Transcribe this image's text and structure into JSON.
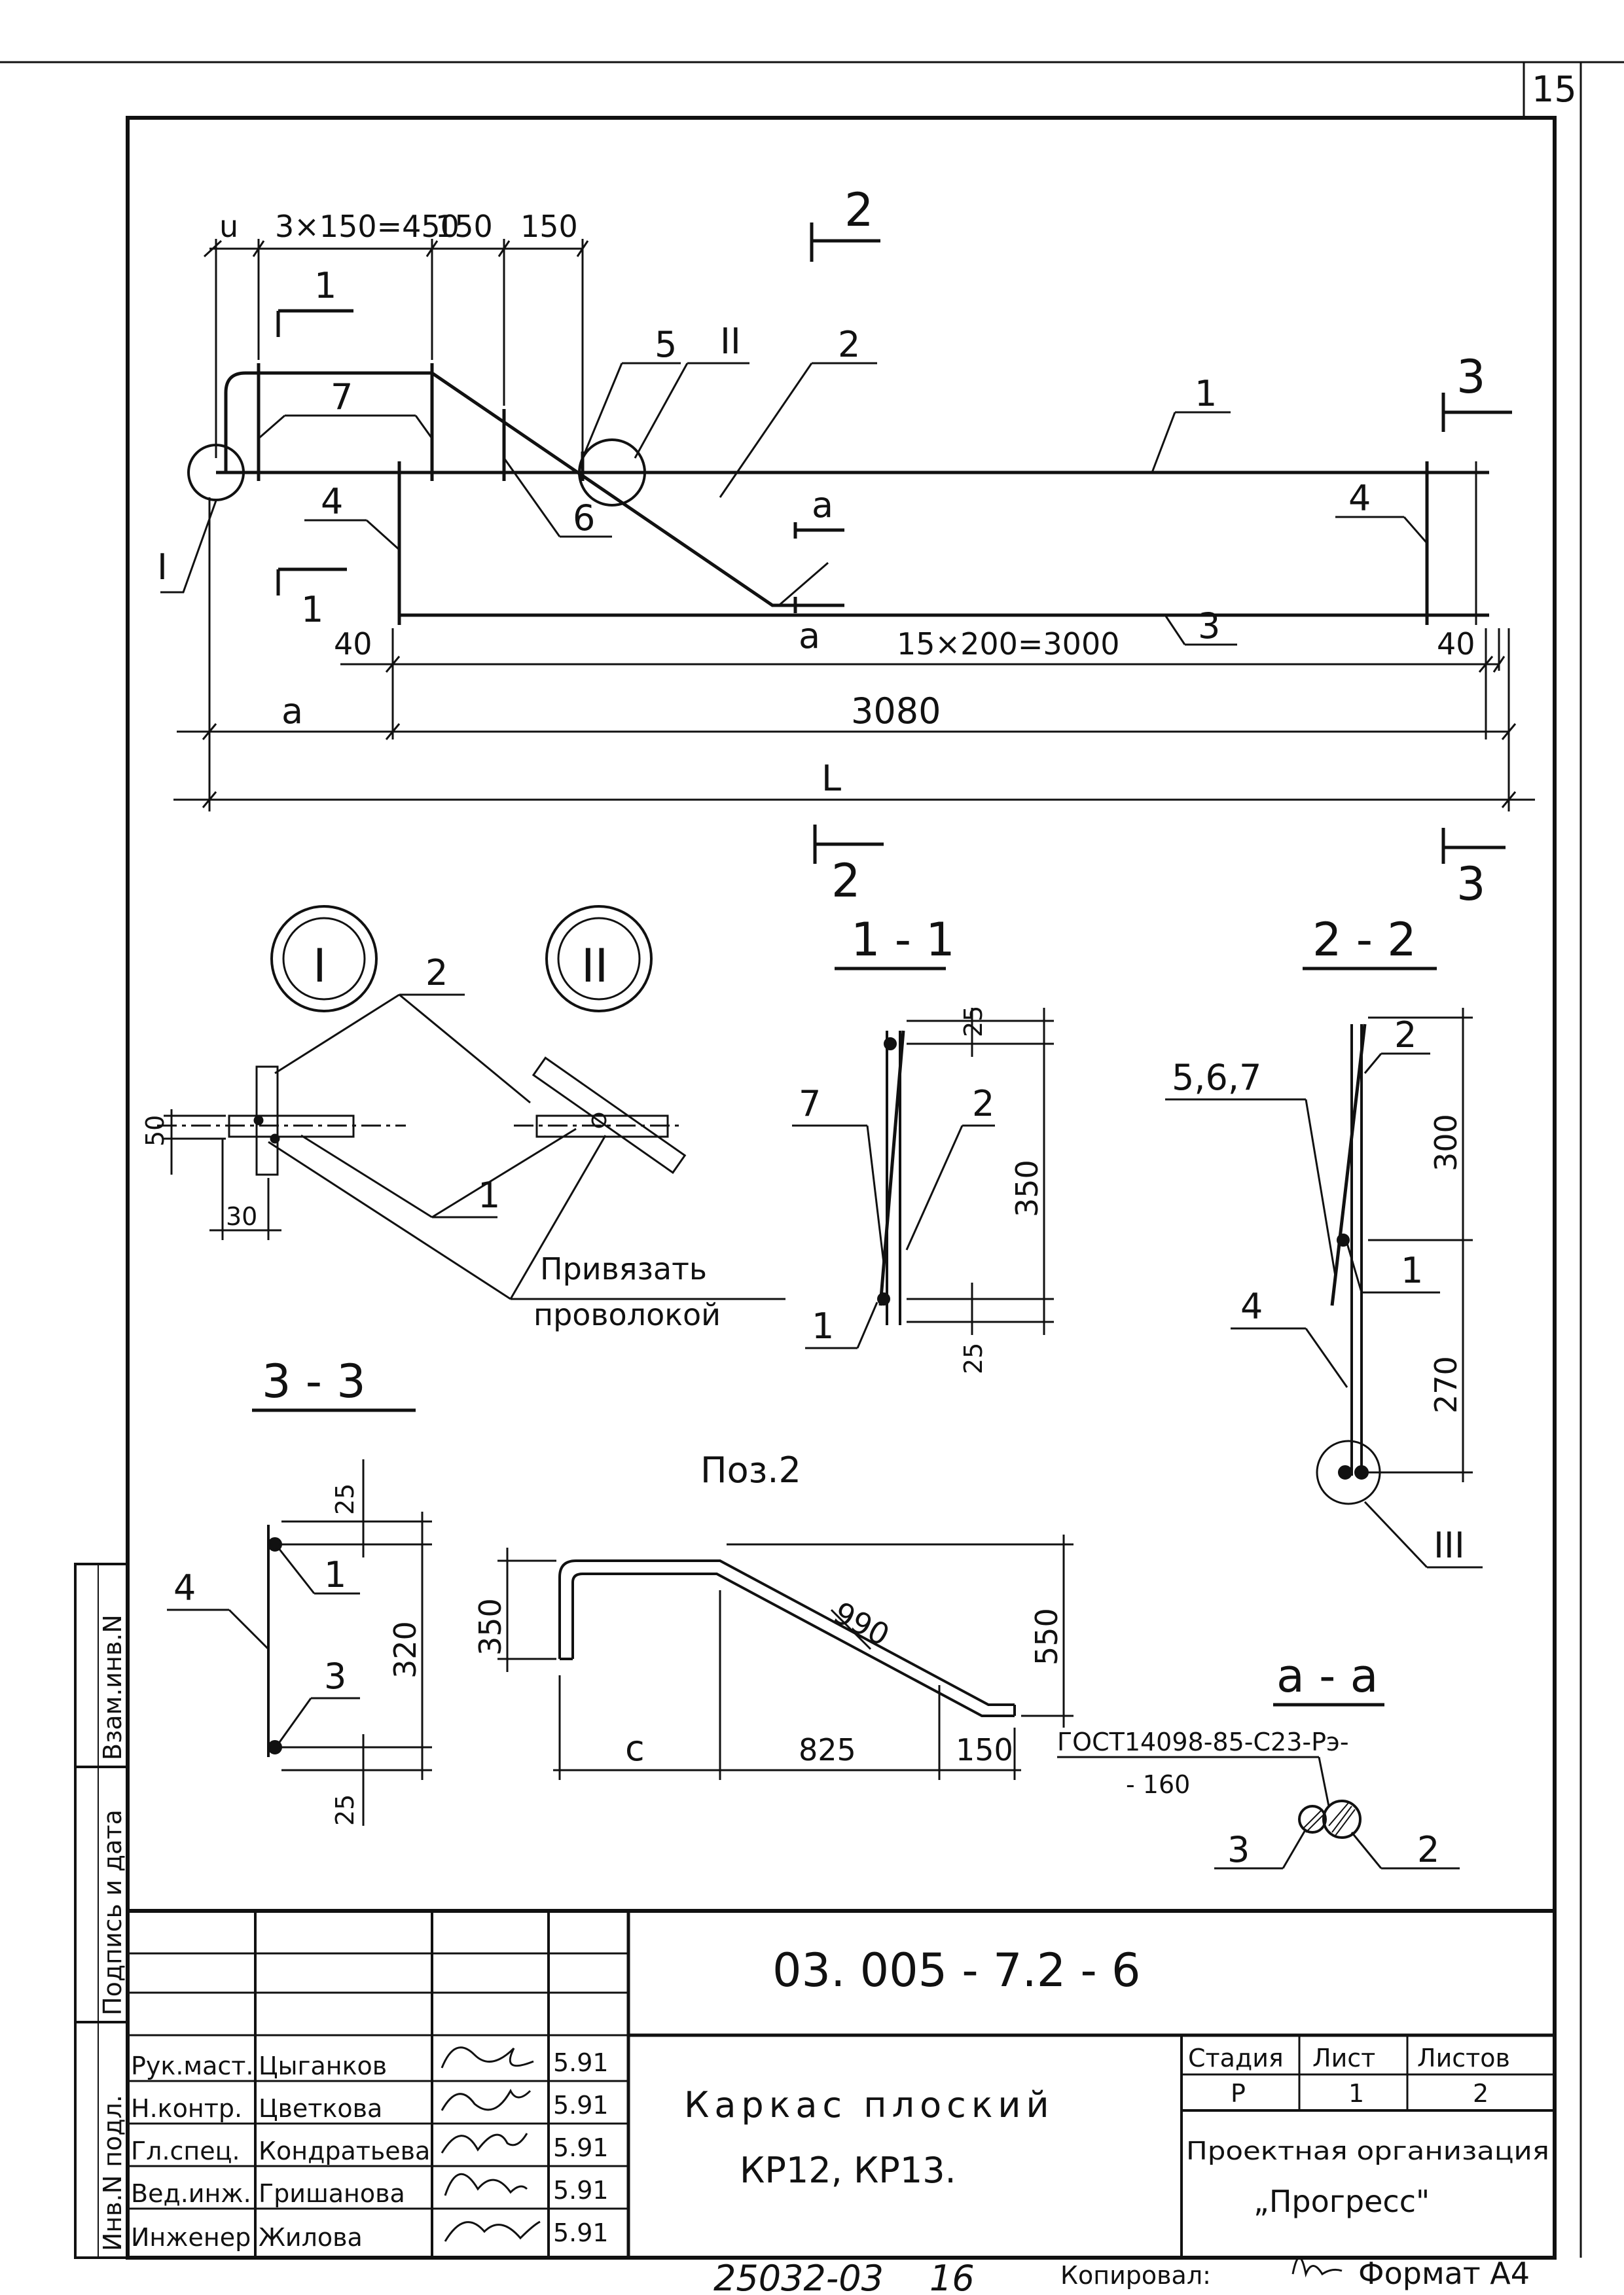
{
  "page_number": "15",
  "drawing": {
    "top_dims": {
      "u": "u",
      "spans": "3×150=450",
      "d1": "150",
      "d2": "150"
    },
    "bottom_dims": {
      "end_left": "40",
      "middle": "15×200=3000",
      "end_right": "40",
      "a": "a",
      "total": "3080",
      "L": "L"
    },
    "position_labels": {
      "p1": "1",
      "p2": "2",
      "p3": "3",
      "p4": "4",
      "p4b": "4",
      "p5": "5",
      "p6": "6",
      "p7": "7"
    },
    "callout_roman": {
      "one": "I",
      "two": "II",
      "three": "III"
    },
    "section_marks": {
      "s1_top": "1",
      "s1_bottom": "1",
      "s2_top": "2",
      "s2_bottom": "2",
      "s3_top": "3",
      "s3_bottom": "3",
      "sa_top": "a",
      "sa_bottom": "a"
    }
  },
  "details": {
    "node_labels": {
      "pos2": "2",
      "pos1": "1",
      "dim50": "50",
      "dim30": "30"
    },
    "tie_note_line1": "Привязать",
    "tie_note_line2": "проволокой"
  },
  "sections": {
    "s11": {
      "title": "1 - 1",
      "d_top": "25",
      "d_main": "350",
      "d_bottom": "25",
      "p7": "7",
      "p2": "2",
      "p1": "1"
    },
    "s22": {
      "title": "2 - 2",
      "d_top": "300",
      "d_bottom": "270",
      "p567": "5,6,7",
      "p2": "2",
      "p1": "1",
      "p4": "4",
      "p3": "III"
    },
    "s33": {
      "title": "3 - 3",
      "d_top": "25",
      "d_main": "320",
      "d_bottom": "25",
      "p4": "4",
      "p1": "1",
      "p3": "3"
    },
    "saa": {
      "title": "a - a",
      "gost1": "ГОСТ14098-85-С23-Рэ-",
      "gost2": "- 160",
      "p3": "3",
      "p2": "2"
    }
  },
  "poz2": {
    "title": "Поз.2",
    "h_left": "350",
    "diag": "990",
    "h_right": "550",
    "c": "c",
    "w1": "825",
    "w2": "150"
  },
  "title_block": {
    "doc_code": "03. 005 - 7.2 - 6",
    "product_line1": "Каркас плоский",
    "product_line2": "КР12, КР13.",
    "people": [
      {
        "role": "Рук.маст.",
        "name": "Цыганков",
        "date": "5.91"
      },
      {
        "role": "Н.контр.",
        "name": "Цветкова",
        "date": "5.91"
      },
      {
        "role": "Гл.спец.",
        "name": "Кондратьева",
        "date": "5.91"
      },
      {
        "role": "Вед.инж.",
        "name": "Гришанова",
        "date": "5.91"
      },
      {
        "role": "Инженер",
        "name": "Жилова",
        "date": "5.91"
      }
    ],
    "stage_header": "Стадия",
    "sheet_header": "Лист",
    "sheets_header": "Листов",
    "stage": "Р",
    "sheet": "1",
    "sheets": "2",
    "org_line1": "Проектная организация",
    "org_line2": "„Прогресс\""
  },
  "side_stamp": {
    "f1": "Инв.N подл.",
    "f2": "Подпись и дата",
    "f3": "Взам.инв.N"
  },
  "footer": {
    "archive": "25032-03",
    "num": "16",
    "copied": "Копировал:",
    "format": "Формат А4"
  }
}
